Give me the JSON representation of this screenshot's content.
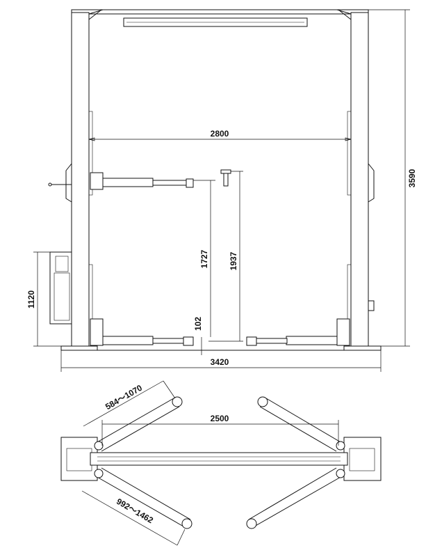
{
  "front_view": {
    "dims": {
      "inner_width": "2800",
      "total_height": "3590",
      "arm_height_min_to_max": "1727",
      "max_lift_height": "1937",
      "min_pad_height": "102",
      "power_unit_height": "1120",
      "overall_width": "3420"
    }
  },
  "top_view": {
    "dims": {
      "column_span": "2500",
      "short_arm_range": "584～1070",
      "long_arm_range": "992～1462"
    }
  }
}
